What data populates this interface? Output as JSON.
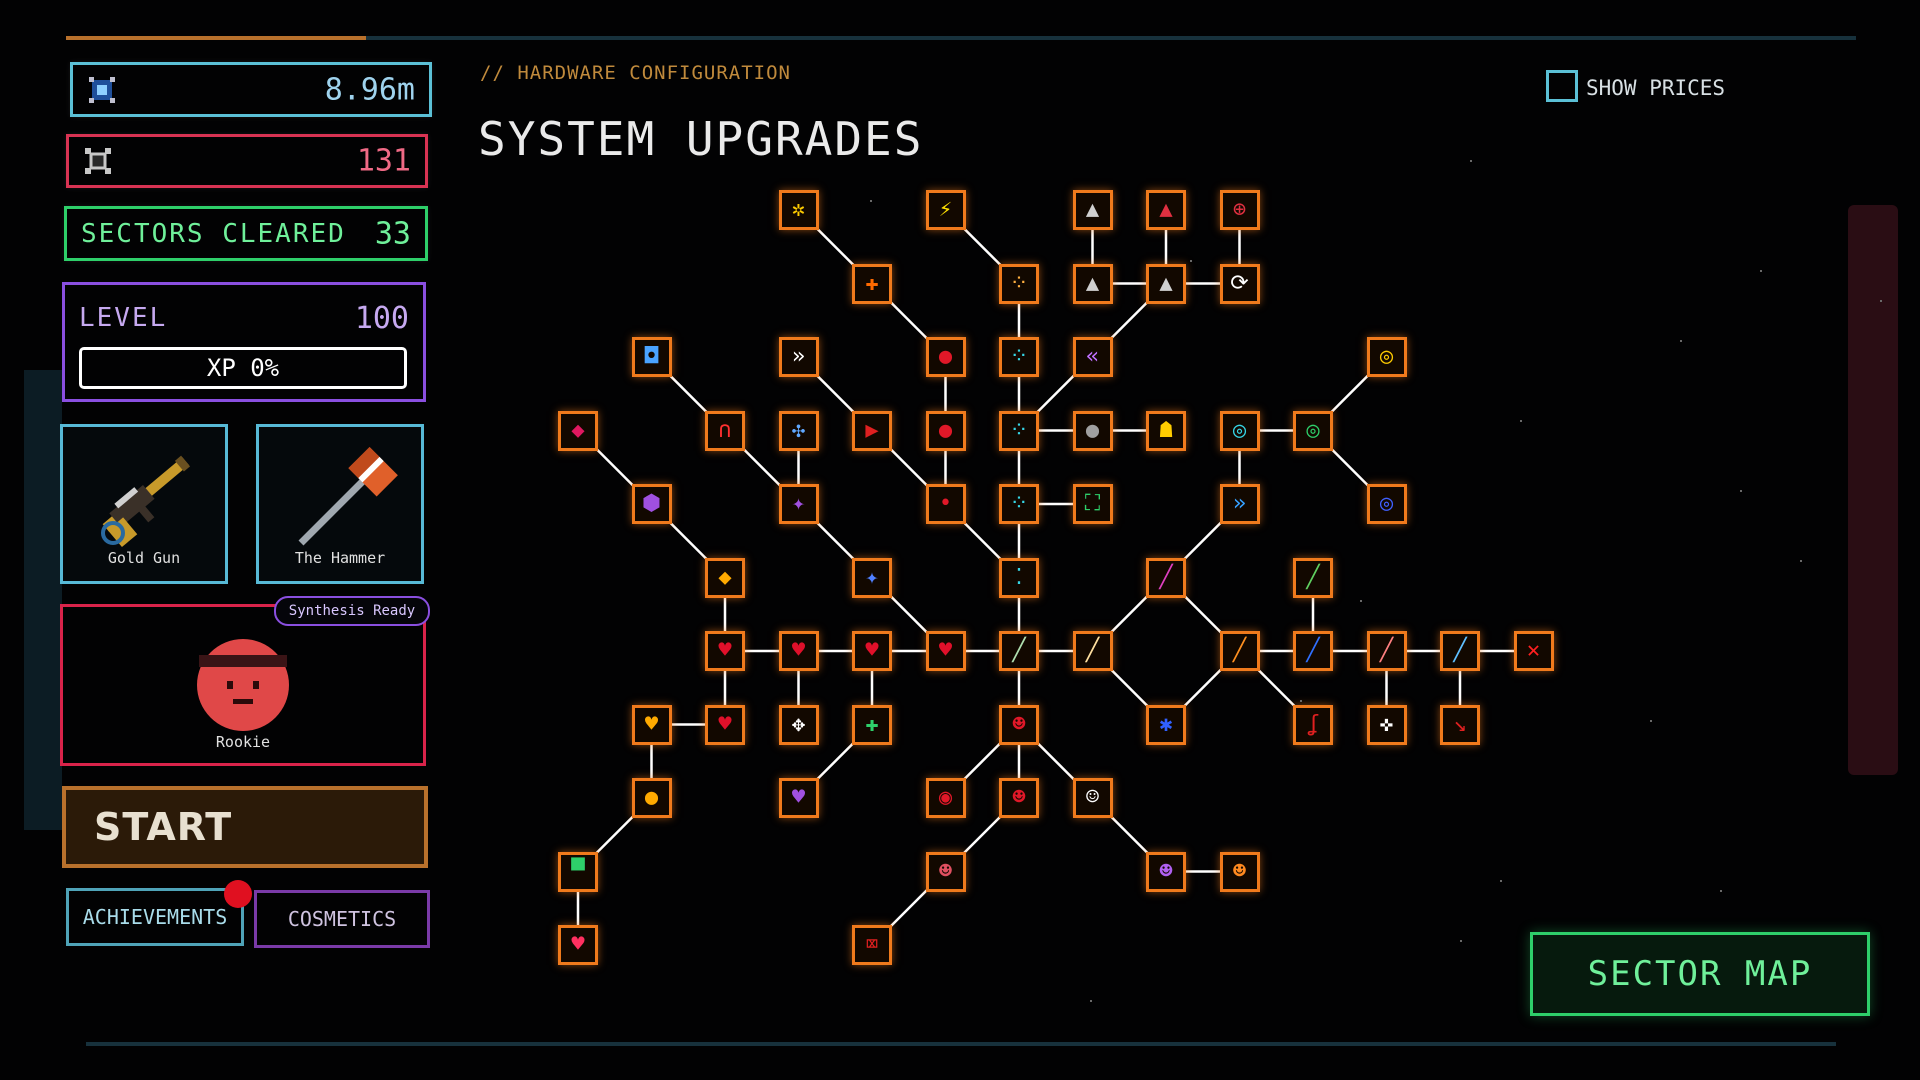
{
  "sidebar": {
    "currency": {
      "value": "8.96m",
      "icon": "chip-icon"
    },
    "gems": {
      "value": "131",
      "icon": "gem-icon"
    },
    "sectors": {
      "label": "SECTORS CLEARED",
      "value": "33"
    },
    "level": {
      "label": "LEVEL",
      "value": "100",
      "xp_text": "XP 0%",
      "xp_fraction": 0
    },
    "weapons": [
      {
        "name": "Gold Gun",
        "icon": "gold-gun-icon"
      },
      {
        "name": "The Hammer",
        "icon": "hammer-icon"
      }
    ],
    "character": {
      "name": "Rookie",
      "badge": "Synthesis Ready",
      "icon": "rookie-face-icon"
    },
    "start_label": "START",
    "achievements_label": "ACHIEVEMENTS",
    "cosmetics_label": "COSMETICS"
  },
  "header": {
    "breadcrumb": "// HARDWARE CONFIGURATION",
    "title": "SYSTEM UPGRADES",
    "show_prices_label": "SHOW PRICES",
    "show_prices_checked": false
  },
  "sector_map_label": "SECTOR MAP",
  "colors": {
    "node_border": "#f07a1c",
    "edge": "#ffffff",
    "heart": "#e0102a",
    "cyan": "#36d6e6",
    "green": "#2ecf6a",
    "purple": "#8a4fe0"
  },
  "upgrade_tree": {
    "nodes": [
      {
        "id": "n01",
        "col": 8,
        "row": 0,
        "icon": "gear-icon",
        "glyph": "✲",
        "color": "#ffcc00"
      },
      {
        "id": "n02",
        "col": 10,
        "row": 0,
        "icon": "lightning-icon",
        "glyph": "⚡",
        "color": "#ffe000"
      },
      {
        "id": "n03",
        "col": 12,
        "row": 0,
        "icon": "rocket-icon",
        "glyph": "▲",
        "color": "#d0d0d0"
      },
      {
        "id": "n04",
        "col": 13,
        "row": 0,
        "icon": "rocket-red-icon",
        "glyph": "▲",
        "color": "#e03040"
      },
      {
        "id": "n05",
        "col": 14,
        "row": 0,
        "icon": "crosshair-icon",
        "glyph": "⊕",
        "color": "#e03040"
      },
      {
        "id": "n06",
        "col": 9,
        "row": 1,
        "icon": "target-plus-icon",
        "glyph": "✚",
        "color": "#ff6a00"
      },
      {
        "id": "n07",
        "col": 11,
        "row": 1,
        "icon": "dots-orange-icon",
        "glyph": "⁘",
        "color": "#ffb040"
      },
      {
        "id": "n08",
        "col": 12,
        "row": 1,
        "icon": "rocket-icon",
        "glyph": "▲",
        "color": "#d0d0d0"
      },
      {
        "id": "n09",
        "col": 13,
        "row": 1,
        "icon": "rocket-icon",
        "glyph": "▲",
        "color": "#d0d0d0"
      },
      {
        "id": "n10",
        "col": 14,
        "row": 1,
        "icon": "repeat-icon",
        "glyph": "⟳",
        "color": "#ffffff"
      },
      {
        "id": "n11",
        "col": 6,
        "row": 2,
        "icon": "chip-icon",
        "glyph": "◘",
        "color": "#4aa3ff"
      },
      {
        "id": "n12",
        "col": 8,
        "row": 2,
        "icon": "fast-forward-icon",
        "glyph": "»",
        "color": "#ffffff"
      },
      {
        "id": "n13",
        "col": 10,
        "row": 2,
        "icon": "red-orb-icon",
        "glyph": "●",
        "color": "#e01828"
      },
      {
        "id": "n14",
        "col": 11,
        "row": 2,
        "icon": "dots-cyan-icon",
        "glyph": "⁘",
        "color": "#36d6e6"
      },
      {
        "id": "n15",
        "col": 12,
        "row": 2,
        "icon": "chevrons-left-icon",
        "glyph": "«",
        "color": "#c070ff"
      },
      {
        "id": "n16",
        "col": 16,
        "row": 2,
        "icon": "ring-gold-icon",
        "glyph": "◎",
        "color": "#ffcc00"
      },
      {
        "id": "n17",
        "col": 5,
        "row": 3,
        "icon": "crystal-red-icon",
        "glyph": "◆",
        "color": "#e01860"
      },
      {
        "id": "n18",
        "col": 7,
        "row": 3,
        "icon": "magnet-icon",
        "glyph": "∩",
        "color": "#ff3030"
      },
      {
        "id": "n19",
        "col": 8,
        "row": 3,
        "icon": "arrows-in-icon",
        "glyph": "✣",
        "color": "#60a8ff"
      },
      {
        "id": "n20",
        "col": 9,
        "row": 3,
        "icon": "bullet-icon",
        "glyph": "▶",
        "color": "#e02020"
      },
      {
        "id": "n21",
        "col": 10,
        "row": 3,
        "icon": "red-orb-icon",
        "glyph": "●",
        "color": "#e01828"
      },
      {
        "id": "n22",
        "col": 11,
        "row": 3,
        "icon": "dots-cyan-icon",
        "glyph": "⁘",
        "color": "#36d6e6"
      },
      {
        "id": "n23",
        "col": 12,
        "row": 3,
        "icon": "gray-orb-icon",
        "glyph": "●",
        "color": "#a0a0a0"
      },
      {
        "id": "n24",
        "col": 13,
        "row": 3,
        "icon": "robot-icon",
        "glyph": "☗",
        "color": "#ffcc00"
      },
      {
        "id": "n25",
        "col": 14,
        "row": 3,
        "icon": "ring-cyan-icon",
        "glyph": "◎",
        "color": "#36d6e6"
      },
      {
        "id": "n26",
        "col": 15,
        "row": 3,
        "icon": "ring-green-icon",
        "glyph": "◎",
        "color": "#2ecf6a"
      },
      {
        "id": "n27",
        "col": 6,
        "row": 4,
        "icon": "crystal-purple-icon",
        "glyph": "⬢",
        "color": "#a050e0"
      },
      {
        "id": "n28",
        "col": 8,
        "row": 4,
        "icon": "sparkle-purple-icon",
        "glyph": "✦",
        "color": "#a050e0"
      },
      {
        "id": "n29",
        "col": 10,
        "row": 4,
        "icon": "small-dot-icon",
        "glyph": "•",
        "color": "#e01828"
      },
      {
        "id": "n30",
        "col": 11,
        "row": 4,
        "icon": "dots-cyan-icon",
        "glyph": "⁘",
        "color": "#36d6e6"
      },
      {
        "id": "n31",
        "col": 12,
        "row": 4,
        "icon": "expand-green-icon",
        "glyph": "⛶",
        "color": "#2ecf6a"
      },
      {
        "id": "n32",
        "col": 14,
        "row": 4,
        "icon": "chevrons-right-icon",
        "glyph": "»",
        "color": "#36a0ff"
      },
      {
        "id": "n33",
        "col": 16,
        "row": 4,
        "icon": "ring-blue-icon",
        "glyph": "◎",
        "color": "#4060ff"
      },
      {
        "id": "n34",
        "col": 7,
        "row": 5,
        "icon": "crystal-gold-icon",
        "glyph": "◆",
        "color": "#ffaa00"
      },
      {
        "id": "n35",
        "col": 9,
        "row": 5,
        "icon": "sparkle-blue-icon",
        "glyph": "✦",
        "color": "#5080ff"
      },
      {
        "id": "n36",
        "col": 11,
        "row": 5,
        "icon": "dots-cyan-icon",
        "glyph": "⁚",
        "color": "#36d6e6"
      },
      {
        "id": "n37",
        "col": 13,
        "row": 5,
        "icon": "rainbow-sword-icon",
        "glyph": "╱",
        "color": "#e040c0"
      },
      {
        "id": "n38",
        "col": 15,
        "row": 5,
        "icon": "sword-green-icon",
        "glyph": "╱",
        "color": "#60d060"
      },
      {
        "id": "n39",
        "col": 7,
        "row": 6,
        "icon": "heart-icon",
        "glyph": "♥",
        "color": "#e0102a"
      },
      {
        "id": "n40",
        "col": 8,
        "row": 6,
        "icon": "heart-icon",
        "glyph": "♥",
        "color": "#e0102a"
      },
      {
        "id": "n41",
        "col": 9,
        "row": 6,
        "icon": "heart-icon",
        "glyph": "♥",
        "color": "#e0102a"
      },
      {
        "id": "n42",
        "col": 10,
        "row": 6,
        "icon": "heart-small-icon",
        "glyph": "♥",
        "color": "#e0102a"
      },
      {
        "id": "n43",
        "col": 11,
        "row": 6,
        "icon": "sword-icon",
        "glyph": "╱",
        "color": "#b0e0b0"
      },
      {
        "id": "n44",
        "col": 12,
        "row": 6,
        "icon": "sword-icon",
        "glyph": "╱",
        "color": "#ffe0a0"
      },
      {
        "id": "n45",
        "col": 14,
        "row": 6,
        "icon": "sword-fire-icon",
        "glyph": "╱",
        "color": "#ff9020"
      },
      {
        "id": "n46",
        "col": 15,
        "row": 6,
        "icon": "sword-blue-icon",
        "glyph": "╱",
        "color": "#3070ff"
      },
      {
        "id": "n47",
        "col": 16,
        "row": 6,
        "icon": "sword-pink-icon",
        "glyph": "╱",
        "color": "#ff8080"
      },
      {
        "id": "n48",
        "col": 17,
        "row": 6,
        "icon": "sword-sparkle-icon",
        "glyph": "╱",
        "color": "#60c0ff"
      },
      {
        "id": "n49",
        "col": 18,
        "row": 6,
        "icon": "crossed-swords-icon",
        "glyph": "✕",
        "color": "#ff2020"
      },
      {
        "id": "n50",
        "col": 6,
        "row": 7,
        "icon": "heart-gold-icon",
        "glyph": "♥",
        "color": "#ffaa00"
      },
      {
        "id": "n51",
        "col": 7,
        "row": 7,
        "icon": "heart-plus-icon",
        "glyph": "♥",
        "color": "#e0102a"
      },
      {
        "id": "n52",
        "col": 8,
        "row": 7,
        "icon": "expand-arrows-icon",
        "glyph": "✥",
        "color": "#ffffff"
      },
      {
        "id": "n53",
        "col": 9,
        "row": 7,
        "icon": "plus-green-icon",
        "glyph": "✚",
        "color": "#2ecf6a"
      },
      {
        "id": "n54",
        "col": 11,
        "row": 7,
        "icon": "angry-face-icon",
        "glyph": "☻",
        "color": "#e01828"
      },
      {
        "id": "n55",
        "col": 13,
        "row": 7,
        "icon": "blue-drop-icon",
        "glyph": "✱",
        "color": "#3060ff"
      },
      {
        "id": "n56",
        "col": 15,
        "row": 7,
        "icon": "hook-icon",
        "glyph": "ʆ",
        "color": "#e02020"
      },
      {
        "id": "n57",
        "col": 16,
        "row": 7,
        "icon": "burst-icon",
        "glyph": "✜",
        "color": "#ffffff"
      },
      {
        "id": "n58",
        "col": 17,
        "row": 7,
        "icon": "slash-icon",
        "glyph": "↘",
        "color": "#e02020"
      },
      {
        "id": "n59",
        "col": 6,
        "row": 8,
        "icon": "apple-gold-icon",
        "glyph": "●",
        "color": "#ffaa00"
      },
      {
        "id": "n60",
        "col": 8,
        "row": 8,
        "icon": "heart-purple-icon",
        "glyph": "♥",
        "color": "#a050e0"
      },
      {
        "id": "n61",
        "col": 10,
        "row": 8,
        "icon": "pulse-icon",
        "glyph": "◉",
        "color": "#e01828"
      },
      {
        "id": "n62",
        "col": 11,
        "row": 8,
        "icon": "angry-face-icon",
        "glyph": "☻",
        "color": "#e01828"
      },
      {
        "id": "n63",
        "col": 12,
        "row": 8,
        "icon": "ghost-face-icon",
        "glyph": "☺",
        "color": "#ffffff"
      },
      {
        "id": "n64",
        "col": 5,
        "row": 9,
        "icon": "hat-green-icon",
        "glyph": "▀",
        "color": "#2ecf6a"
      },
      {
        "id": "n65",
        "col": 10,
        "row": 9,
        "icon": "red-face-icon",
        "glyph": "☻",
        "color": "#e05060"
      },
      {
        "id": "n66",
        "col": 13,
        "row": 9,
        "icon": "purple-face-icon",
        "glyph": "☻",
        "color": "#b060f0"
      },
      {
        "id": "n67",
        "col": 14,
        "row": 9,
        "icon": "pumpkin-icon",
        "glyph": "☻",
        "color": "#ff8a20"
      },
      {
        "id": "n68",
        "col": 5,
        "row": 10,
        "icon": "heart-pink-icon",
        "glyph": "♥",
        "color": "#ff3060"
      },
      {
        "id": "n69",
        "col": 9,
        "row": 10,
        "icon": "broken-box-icon",
        "glyph": "⌧",
        "color": "#e02020"
      }
    ],
    "edges": [
      [
        "n01",
        "n06"
      ],
      [
        "n06",
        "n13"
      ],
      [
        "n02",
        "n07"
      ],
      [
        "n07",
        "n14"
      ],
      [
        "n14",
        "n22"
      ],
      [
        "n22",
        "n30"
      ],
      [
        "n30",
        "n36"
      ],
      [
        "n36",
        "n43"
      ],
      [
        "n03",
        "n08"
      ],
      [
        "n04",
        "n09"
      ],
      [
        "n05",
        "n10"
      ],
      [
        "n08",
        "n09"
      ],
      [
        "n09",
        "n10"
      ],
      [
        "n09",
        "n15"
      ],
      [
        "n15",
        "n22"
      ],
      [
        "n11",
        "n18"
      ],
      [
        "n18",
        "n28"
      ],
      [
        "n12",
        "n20"
      ],
      [
        "n20",
        "n29"
      ],
      [
        "n13",
        "n21"
      ],
      [
        "n21",
        "n29"
      ],
      [
        "n29",
        "n36"
      ],
      [
        "n19",
        "n28"
      ],
      [
        "n28",
        "n35"
      ],
      [
        "n35",
        "n42"
      ],
      [
        "n22",
        "n23"
      ],
      [
        "n23",
        "n24"
      ],
      [
        "n30",
        "n31"
      ],
      [
        "n17",
        "n27"
      ],
      [
        "n27",
        "n34"
      ],
      [
        "n34",
        "n39"
      ],
      [
        "n39",
        "n40"
      ],
      [
        "n40",
        "n41"
      ],
      [
        "n41",
        "n42"
      ],
      [
        "n42",
        "n43"
      ],
      [
        "n43",
        "n44"
      ],
      [
        "n44",
        "n37"
      ],
      [
        "n37",
        "n45"
      ],
      [
        "n44",
        "n55"
      ],
      [
        "n55",
        "n45"
      ],
      [
        "n45",
        "n46"
      ],
      [
        "n46",
        "n47"
      ],
      [
        "n47",
        "n48"
      ],
      [
        "n48",
        "n49"
      ],
      [
        "n32",
        "n37"
      ],
      [
        "n32",
        "n25"
      ],
      [
        "n25",
        "n26"
      ],
      [
        "n26",
        "n16"
      ],
      [
        "n26",
        "n33"
      ],
      [
        "n38",
        "n46"
      ],
      [
        "n45",
        "n56"
      ],
      [
        "n47",
        "n57"
      ],
      [
        "n48",
        "n58"
      ],
      [
        "n40",
        "n52"
      ],
      [
        "n41",
        "n53"
      ],
      [
        "n39",
        "n51"
      ],
      [
        "n51",
        "n50"
      ],
      [
        "n50",
        "n59"
      ],
      [
        "n59",
        "n64"
      ],
      [
        "n64",
        "n68"
      ],
      [
        "n53",
        "n60"
      ],
      [
        "n43",
        "n54"
      ],
      [
        "n54",
        "n62"
      ],
      [
        "n54",
        "n61"
      ],
      [
        "n54",
        "n63"
      ],
      [
        "n62",
        "n65"
      ],
      [
        "n65",
        "n69"
      ],
      [
        "n63",
        "n66"
      ],
      [
        "n66",
        "n67"
      ]
    ]
  }
}
